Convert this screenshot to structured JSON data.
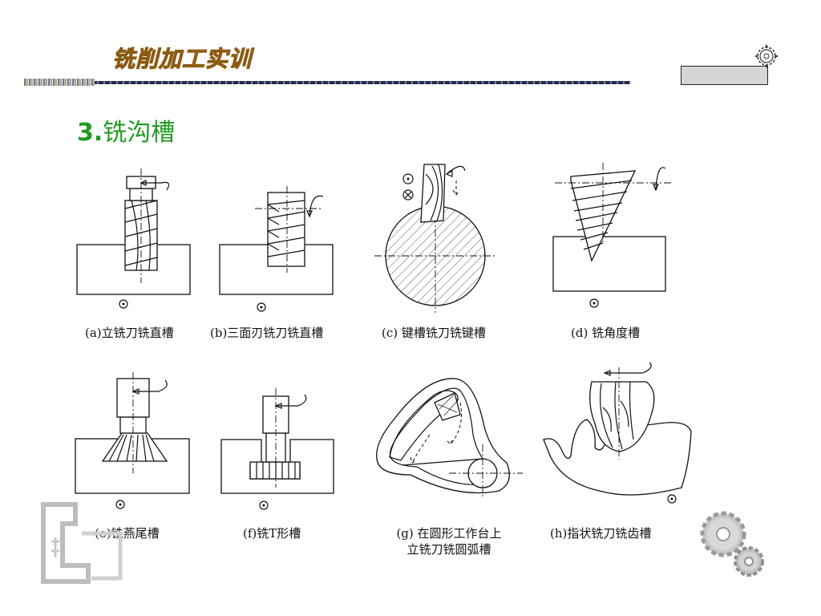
{
  "header": {
    "title": "铣削加工实训",
    "accent_color": "#f7941d"
  },
  "section": {
    "number": "3.",
    "title": "铣沟槽",
    "heading_color": "#1f9a1f"
  },
  "figures": [
    {
      "id": "a",
      "caption": "(a)立铣刀铣直槽"
    },
    {
      "id": "b",
      "caption": "(b)三面刃铣刀铣直槽"
    },
    {
      "id": "c",
      "caption": "(c) 键槽铣刀铣键槽"
    },
    {
      "id": "d",
      "caption": "(d) 铣角度槽"
    },
    {
      "id": "e",
      "caption": "(e)铣燕尾槽"
    },
    {
      "id": "f",
      "caption": "(f)铣T形槽"
    },
    {
      "id": "g",
      "caption_line1": "(g) 在圆形工作台上",
      "caption_line2": "立铣刀铣圆弧槽"
    },
    {
      "id": "h",
      "caption": "(h)指状铣刀铣齿槽"
    }
  ],
  "icons": {
    "header_gear": "gear-icon",
    "bottom_logo": "logo-icon",
    "bottom_gears": "gears-icon"
  }
}
